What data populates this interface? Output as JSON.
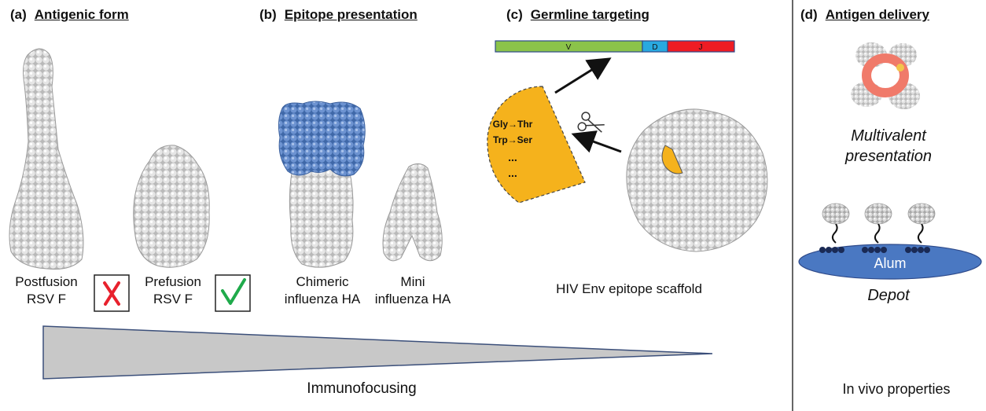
{
  "panels": {
    "a": {
      "letter": "(a)",
      "title": "Antigenic form"
    },
    "b": {
      "letter": "(b)",
      "title": "Epitope presentation"
    },
    "c": {
      "letter": "(c)",
      "title": "Germline targeting"
    },
    "d": {
      "letter": "(d)",
      "title": "Antigen delivery"
    }
  },
  "labels": {
    "postfusion": [
      "Postfusion",
      "RSV F"
    ],
    "prefusion": [
      "Prefusion",
      "RSV F"
    ],
    "chimeric": [
      "Chimeric",
      "influenza HA"
    ],
    "mini": [
      "Mini",
      "influenza HA"
    ],
    "scaffold": "HIV Env epitope scaffold",
    "multivalent": [
      "Multivalent",
      "presentation"
    ],
    "depot": "Depot",
    "alum": "Alum",
    "immunofocusing": "Immunofocusing",
    "in_vivo": "In vivo properties"
  },
  "gene_segments": [
    "V",
    "D",
    "J"
  ],
  "mutations": [
    "Gly→Thr",
    "Trp→Ser",
    "...",
    "..."
  ],
  "colors": {
    "protein_gray": "#c4c4c4",
    "epitope_blue": "#5b84c4",
    "epitope_orange": "#f5b21c",
    "segment_v": "#8bc34a",
    "segment_d": "#29a9e0",
    "segment_j": "#ee1c24",
    "alum_blue": "#4a78c2",
    "cross_red": "#e8212d",
    "check_green": "#1faa4b",
    "wedge_gray": "#c8c8c8"
  },
  "icons": {
    "bad": "red-x-icon",
    "good": "green-check-icon",
    "cut": "scissors-icon"
  }
}
